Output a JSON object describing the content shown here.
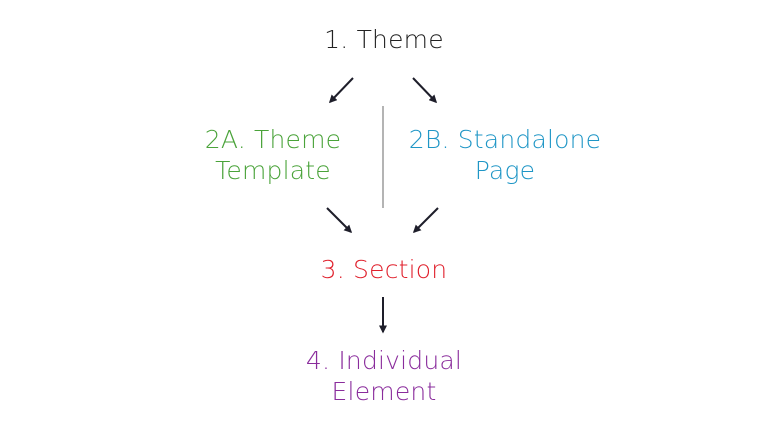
{
  "colors": {
    "theme": "#222222",
    "theme_template": "#4aa33a",
    "standalone_page": "#1f96c6",
    "section": "#e0202c",
    "individual_element": "#8a2c9c",
    "arrow": "#1e1e2a",
    "divider": "#9a9a9a"
  },
  "nodes": {
    "theme": {
      "line1": "1. Theme"
    },
    "theme_template": {
      "line1": "2A. Theme",
      "line2": "Template"
    },
    "standalone_page": {
      "line1": "2B. Standalone",
      "line2": "Page"
    },
    "section": {
      "line1": "3. Section"
    },
    "individual_element": {
      "line1": "4. Individual",
      "line2": "Element"
    }
  }
}
